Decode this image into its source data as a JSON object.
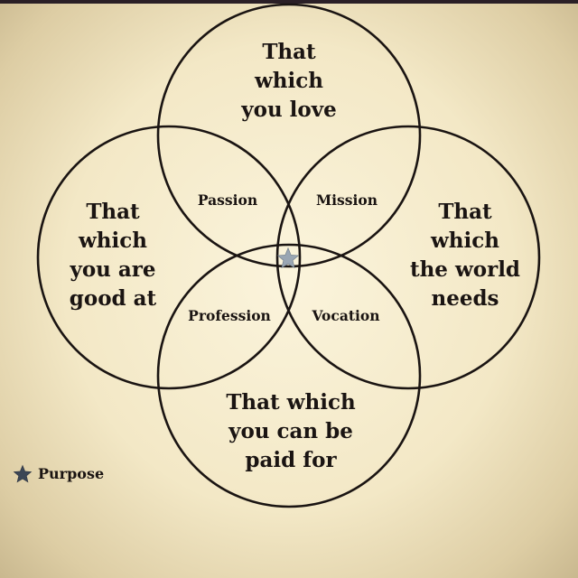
{
  "circles": {
    "top": "That\nwhich\nyou love",
    "left": "That\nwhich\nyou are\ngood at",
    "right": "That\nwhich\nthe world\nneeds",
    "bottom": "That which\nyou can be\npaid for"
  },
  "intersections": {
    "top_left": "Passion",
    "top_right": "Mission",
    "bottom_left": "Profession",
    "bottom_right": "Vocation"
  },
  "legend": {
    "icon": "star-icon",
    "label": "Purpose"
  },
  "colors": {
    "stroke": "#1a1412",
    "star": "#9aa6b3",
    "legend_star": "#3c4655"
  }
}
